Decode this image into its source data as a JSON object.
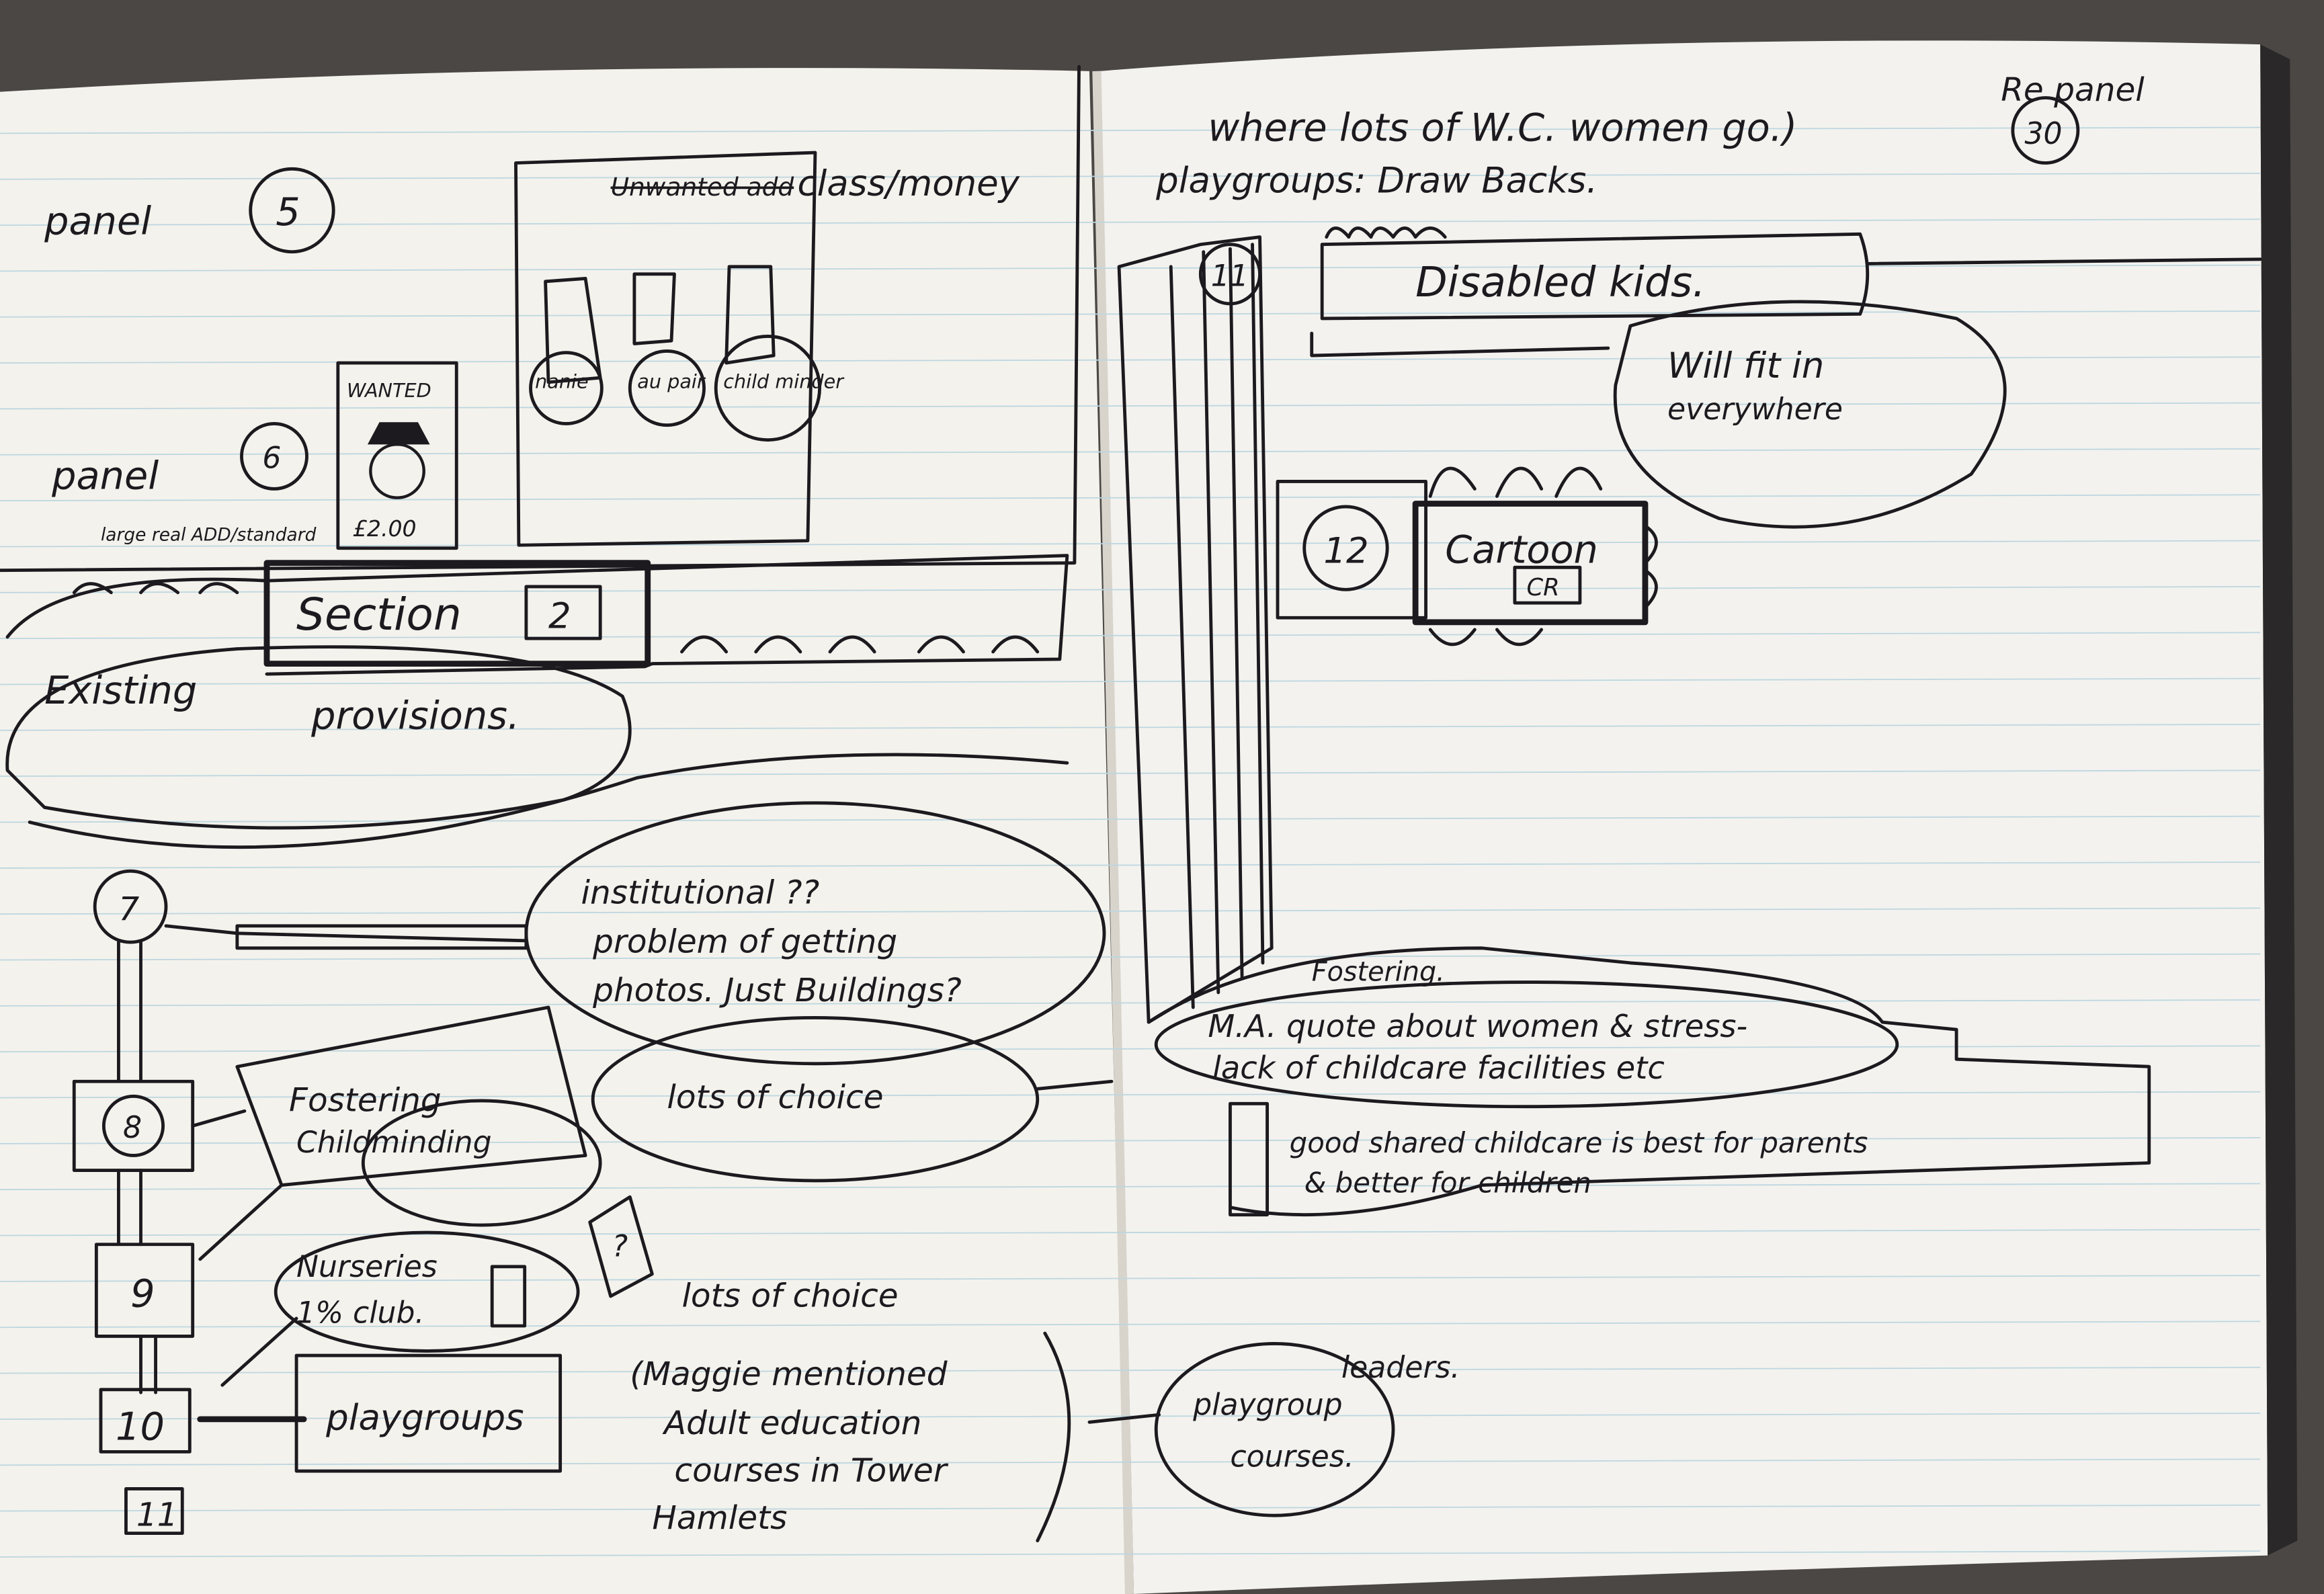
{
  "left_page": {
    "panel5": {
      "label": "panel",
      "number": "5"
    },
    "ad_panel": {
      "crossed_out": "Unwanted add",
      "note": "class/money",
      "figures": [
        "nanie",
        "au pair",
        "child minder"
      ]
    },
    "wanted_poster": {
      "title": "WANTED",
      "price": "£2.00"
    },
    "panel6": {
      "label": "panel",
      "number": "6",
      "note": "large real ADD/standard"
    },
    "section": {
      "label": "Section",
      "number": "2"
    },
    "existing": {
      "line1": "Existing",
      "line2": "provisions."
    },
    "node7": {
      "number": "7",
      "lines": [
        "institutional ??",
        "problem of getting",
        "photos. Just Buildings?"
      ]
    },
    "node8": {
      "number": "8",
      "box_lines": [
        "Fostering",
        "Childminding"
      ],
      "bubble": "lots of choice"
    },
    "node9": {
      "number": "9",
      "lines": [
        "Nurseries",
        "1% club."
      ],
      "question": "?",
      "note": "lots of choice"
    },
    "node10": {
      "number": "10",
      "label": "playgroups"
    },
    "note_maggie": [
      "(Maggie mentioned",
      "Adult education",
      "courses in Tower",
      "Hamlets"
    ],
    "node11": {
      "number": "11"
    }
  },
  "right_page": {
    "header_line1": "where lots of W.C. women go.)",
    "header_line2": "playgroups: Draw Backs.",
    "re_panel": {
      "label": "Re panel",
      "number": "30"
    },
    "pillar_number": "11",
    "disabled": "Disabled kids.",
    "fit": [
      "Will fit in",
      "everywhere"
    ],
    "node12": {
      "number": "12",
      "label": "Cartoon",
      "tag": "CR"
    },
    "fostering": "Fostering.",
    "quote": [
      "M.A. quote about women & stress-",
      "lack of childcare facilities etc"
    ],
    "shared": [
      "good shared childcare is best for parents",
      "& better for children"
    ],
    "playgroup_leaders": {
      "bubble": [
        "playgroup",
        "courses."
      ],
      "outside": "leaders."
    }
  },
  "colors": {
    "ink": "#1d1a1f",
    "paper": "#f4f2ec",
    "rule": "#bcd6e0",
    "background": "#4a4744"
  }
}
